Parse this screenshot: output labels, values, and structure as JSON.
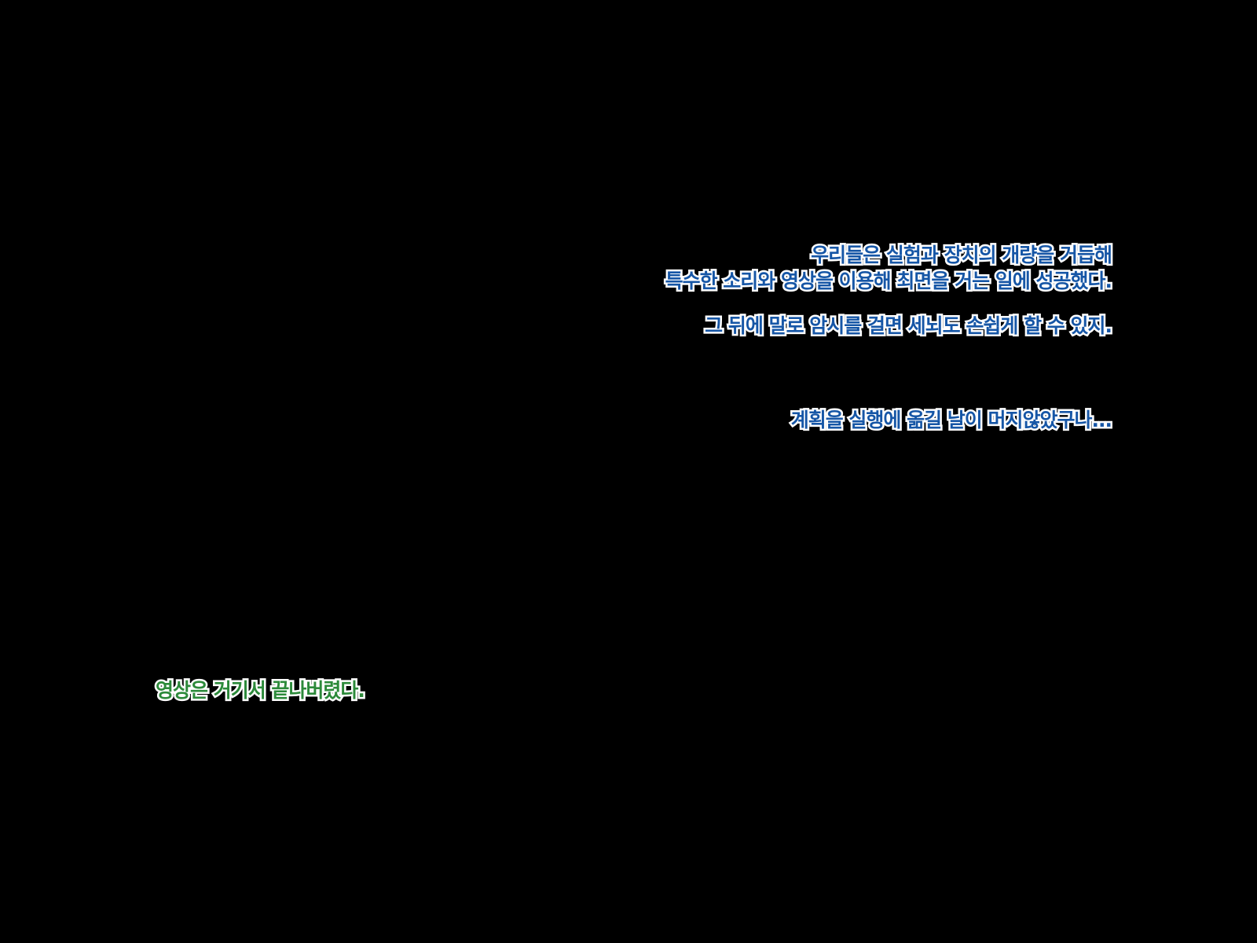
{
  "colors": {
    "background": "#000000",
    "narration_blue": "#1656a6",
    "dialogue_green": "#2c8a3a",
    "outline": "#ffffff"
  },
  "captions": {
    "narration_1": {
      "line1": "우리들은 실험과 장치의 개량을 거듭해",
      "line2": "특수한 소리와 영상을 이용해 최면을 거는 일에 성공했다."
    },
    "narration_2": "그 뒤에 말로 암시를 걸면 세뇌도 손쉽게 할 수 있지.",
    "narration_3": "계획을 실행에 옮길 날이 머지않았구나...",
    "dialogue_1": "영상은 거기서 끝나버렸다."
  }
}
